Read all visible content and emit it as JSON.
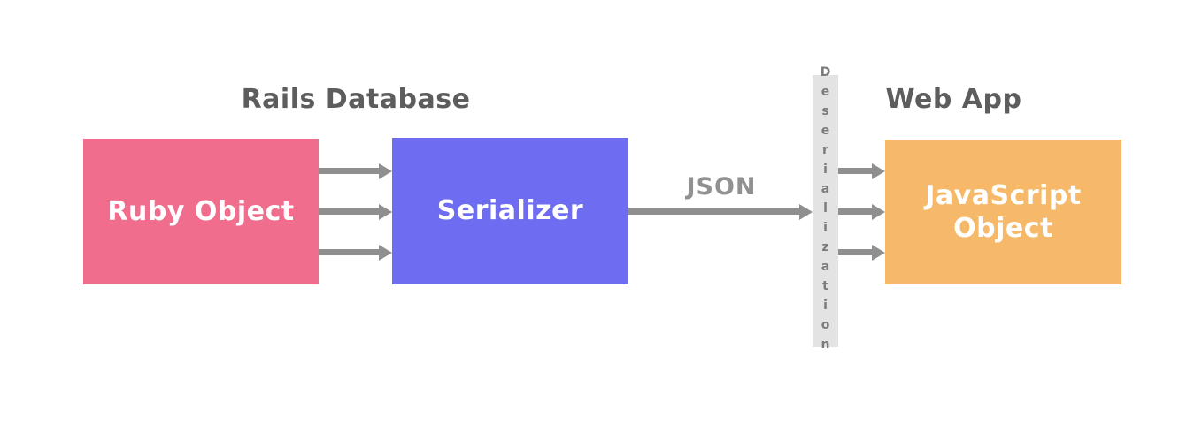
{
  "diagram": {
    "titles": {
      "left": "Rails Database",
      "right": "Web App"
    },
    "nodes": {
      "ruby_object": {
        "label": "Ruby Object",
        "color": "#F06D8D",
        "text_color": "#FFFFFF"
      },
      "serializer": {
        "label": "Serializer",
        "color": "#6E6CF0",
        "text_color": "#FFFFFF"
      },
      "javascript_object": {
        "label": "JavaScript Object",
        "color": "#F5B969",
        "text_color": "#FFFFFF"
      },
      "deserialization_bar": {
        "label": "Deserialization",
        "color": "#E3E3E3",
        "text_color": "#7B7B7B"
      }
    },
    "edges": {
      "json_label": "JSON",
      "arrow_color": "#8F8F8F",
      "ruby_to_serializer_arrows": 3,
      "bar_to_javascript_arrows": 3
    }
  }
}
